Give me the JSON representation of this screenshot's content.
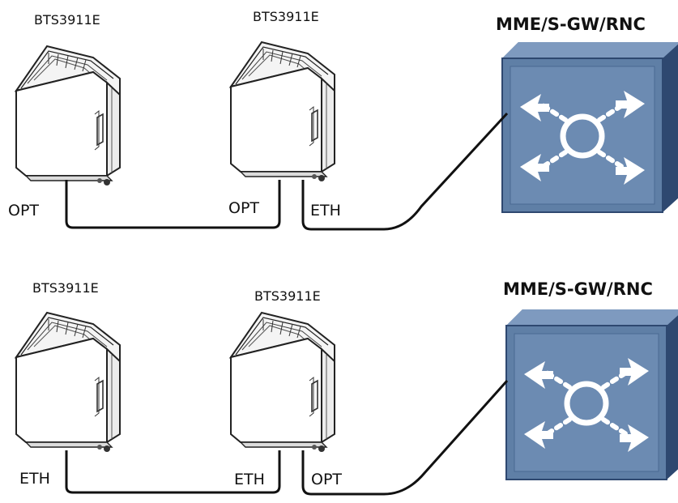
{
  "diagrams": [
    {
      "id": "top",
      "bts": [
        {
          "label": "BTS3911E",
          "port": "OPT"
        },
        {
          "label": "BTS3911E",
          "port_left": "OPT",
          "port_right": "ETH"
        }
      ],
      "core": {
        "label": "MME/S-GW/RNC",
        "icon": "router-icon"
      }
    },
    {
      "id": "bottom",
      "bts": [
        {
          "label": "BTS3911E",
          "port": "ETH"
        },
        {
          "label": "BTS3911E",
          "port_left": "ETH",
          "port_right": "OPT"
        }
      ],
      "core": {
        "label": "MME/S-GW/RNC",
        "icon": "router-icon"
      }
    }
  ],
  "colors": {
    "cable": "#111111",
    "bts_body": "#ffffff",
    "bts_outline": "#222222",
    "core_face": "#5f7fa6",
    "core_border": "#2e4870",
    "core_symbol": "#ffffff"
  }
}
